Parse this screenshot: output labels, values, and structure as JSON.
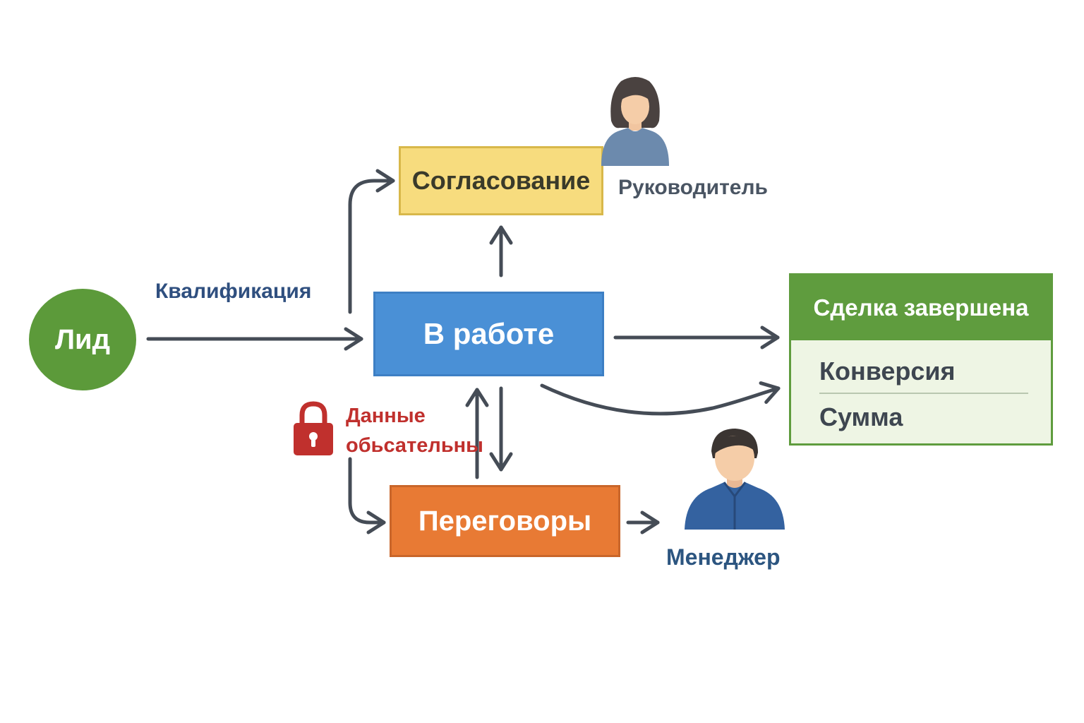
{
  "diagram": {
    "nodes": {
      "lead": "Лид",
      "approval": "Согласование",
      "in_work": "В работе",
      "negotiation": "Переговоры"
    },
    "deal_card": {
      "title": "Сделка завершена",
      "rows": [
        "Конверсия",
        "Сумма"
      ]
    },
    "labels": {
      "qualification": "Квалификация",
      "head_role": "Руководитель",
      "manager_role": "Менеджер",
      "warning_line1": "Данные",
      "warning_line2": "обьсательны"
    }
  },
  "icons": {
    "lock": "lock-icon",
    "head_avatar": "woman-avatar-icon",
    "manager_avatar": "man-avatar-icon"
  },
  "colors": {
    "lead": "#5c9a3a",
    "approval": "#f7dc7e",
    "in_work": "#4a90d6",
    "negotiation": "#e87a34",
    "deal": "#5f9c3e",
    "warning": "#c0302d",
    "arrow": "#454c56"
  }
}
